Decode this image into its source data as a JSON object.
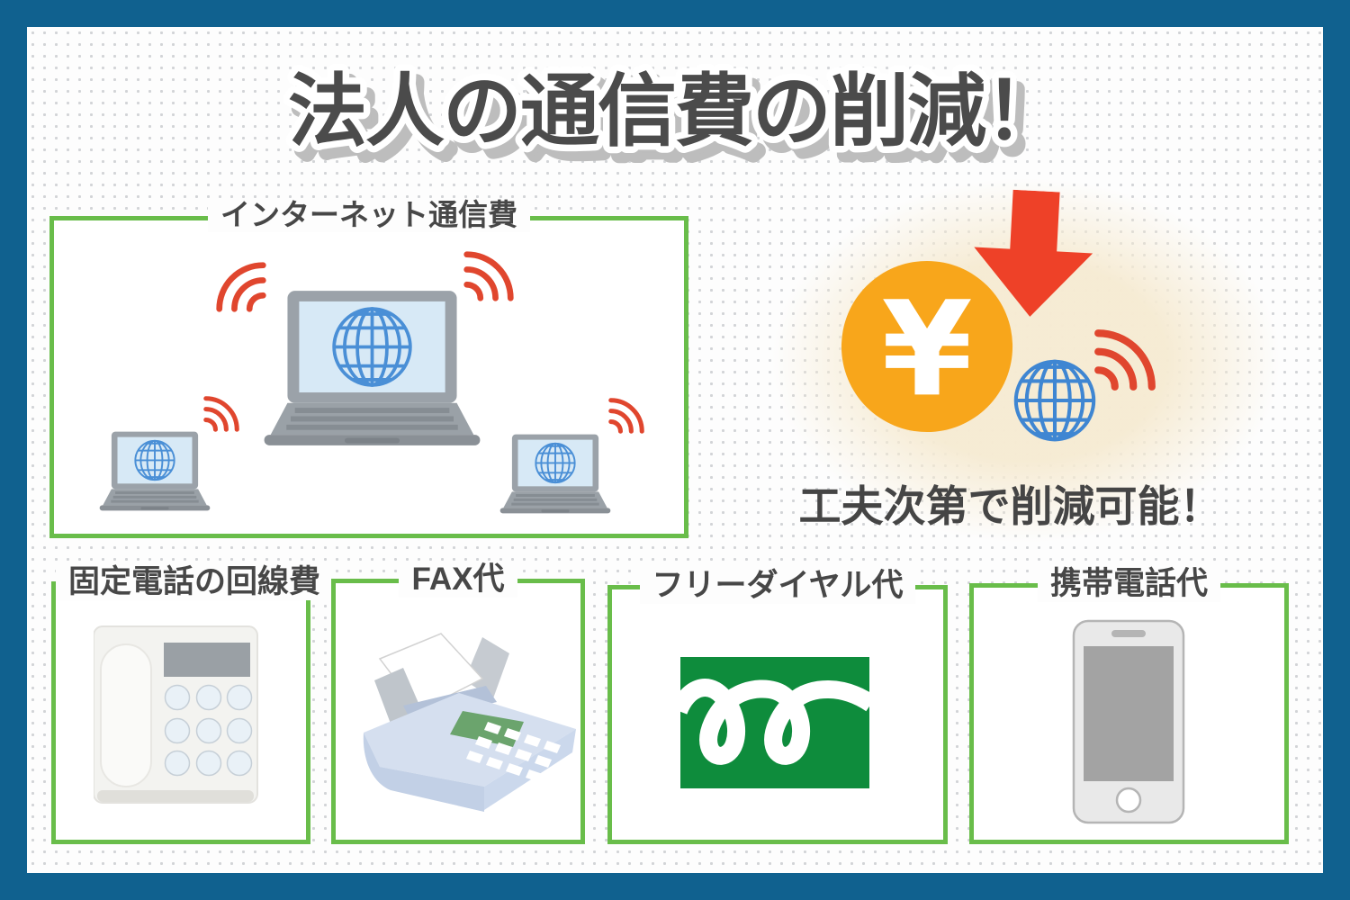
{
  "title": {
    "text": "法人の通信費の削減！"
  },
  "internet_section": {
    "label": "インターネット通信費"
  },
  "reduction_note": {
    "caption": "工夫次第で削減可能！",
    "yen_symbol": "¥"
  },
  "cost_boxes": {
    "landline": {
      "label": "固定電話の回線費"
    },
    "fax": {
      "label": "FAX代"
    },
    "freedial": {
      "label": "フリーダイヤル代"
    },
    "mobile": {
      "label": "携帯電話代"
    }
  },
  "icons": [
    "laptop-icon",
    "globe-icon",
    "wifi-signal-icon",
    "down-arrow-icon",
    "yen-coin-icon",
    "desk-phone-icon",
    "fax-machine-icon",
    "free-dial-logo-icon",
    "smartphone-icon"
  ],
  "colors": {
    "frame_blue": "#10618f",
    "panel_border_green": "#69bd4a",
    "signal_red": "#e8422c",
    "coin_orange": "#f8a61b",
    "globe_blue": "#4285d2",
    "freedial_green": "#0e8c3c",
    "text_dark": "#484848",
    "glow_cream": "#f6ebd3"
  }
}
